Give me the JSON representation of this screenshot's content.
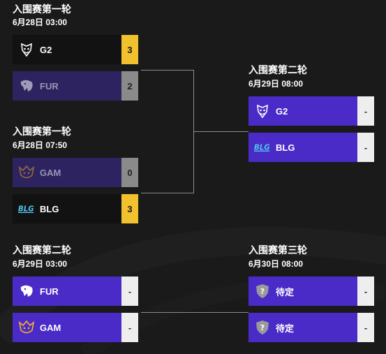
{
  "rounds": {
    "r1a": {
      "title": "入围赛第一轮",
      "date": "6月28日 03:00"
    },
    "r1b": {
      "title": "入围赛第一轮",
      "date": "6月28日 07:50"
    },
    "r2a": {
      "title": "入围赛第二轮",
      "date": "6月29日 08:00"
    },
    "r2b": {
      "title": "入围赛第二轮",
      "date": "6月29日 03:00"
    },
    "r3": {
      "title": "入围赛第三轮",
      "date": "6月30日 08:00"
    }
  },
  "matches": {
    "m1": {
      "top": {
        "name": "G2",
        "score": "3",
        "logo": "g2-logo"
      },
      "bottom": {
        "name": "FUR",
        "score": "2",
        "logo": "fur-panther-logo"
      }
    },
    "m2": {
      "top": {
        "name": "GAM",
        "score": "0",
        "logo": "gam-logo"
      },
      "bottom": {
        "name": "BLG",
        "score": "3",
        "logo": "blg-logo"
      }
    },
    "m3": {
      "top": {
        "name": "G2",
        "score": "-",
        "logo": "g2-logo"
      },
      "bottom": {
        "name": "BLG",
        "score": "-",
        "logo": "blg-logo"
      }
    },
    "m4": {
      "top": {
        "name": "FUR",
        "score": "-",
        "logo": "fur-panther-logo"
      },
      "bottom": {
        "name": "GAM",
        "score": "-",
        "logo": "gam-logo"
      }
    },
    "m5": {
      "top": {
        "name": "待定",
        "score": "-",
        "logo": "tbd-shield-icon"
      },
      "bottom": {
        "name": "待定",
        "score": "-",
        "logo": "tbd-shield-icon"
      }
    }
  },
  "colors": {
    "winner": "#f2c12e",
    "loser": "#8a8a8a",
    "accent": "#4a2bc8"
  }
}
